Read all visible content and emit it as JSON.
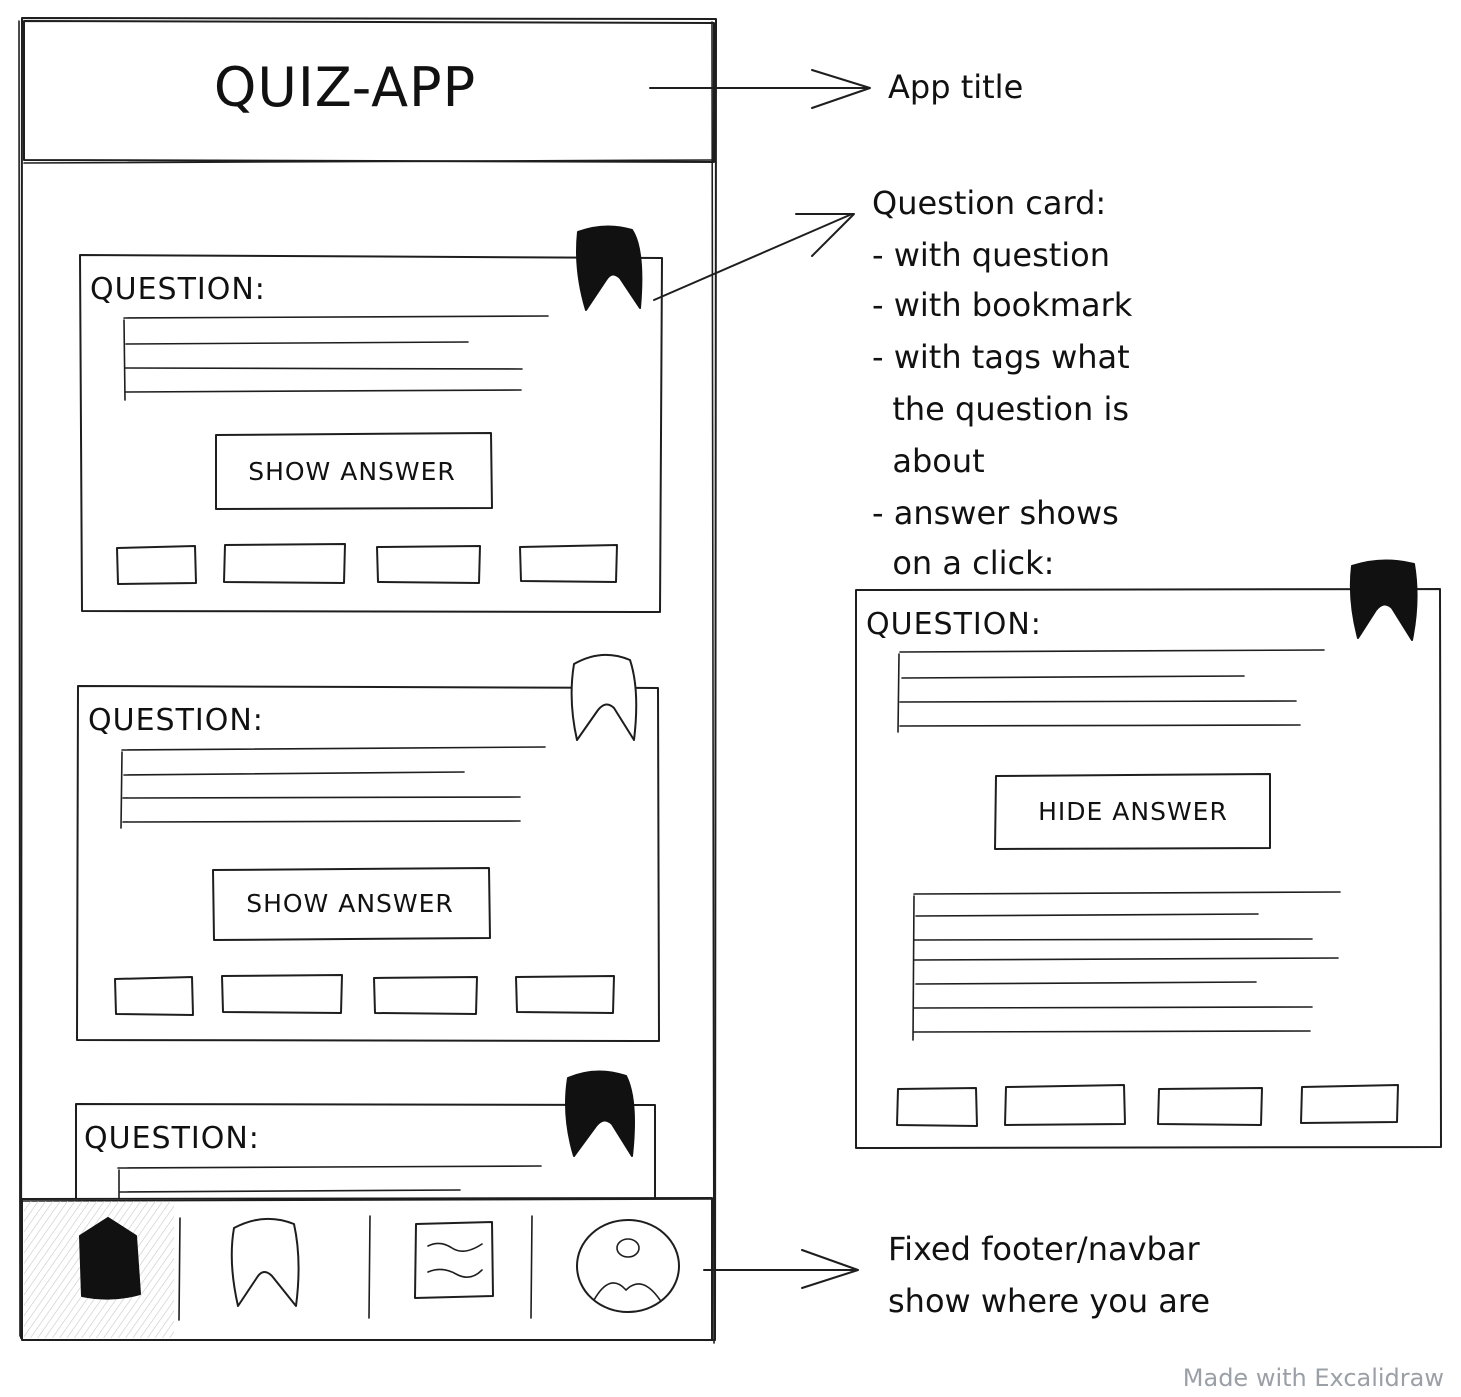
{
  "app": {
    "title": "QUIZ-APP"
  },
  "cards": [
    {
      "question_label": "QUESTION:",
      "button_label": "SHOW ANSWER",
      "bookmarked": true
    },
    {
      "question_label": "QUESTION:",
      "button_label": "SHOW ANSWER",
      "bookmarked": false
    },
    {
      "question_label": "QUESTION:",
      "bookmarked": true
    }
  ],
  "expanded_card": {
    "question_label": "QUESTION:",
    "button_label": "HIDE ANSWER",
    "bookmarked": true
  },
  "navbar": {
    "items": [
      {
        "icon": "home-icon",
        "active": true
      },
      {
        "icon": "bookmark-icon",
        "active": false
      },
      {
        "icon": "form-icon",
        "active": false
      },
      {
        "icon": "profile-icon",
        "active": false
      }
    ]
  },
  "annotations": {
    "app_title": "App title",
    "question_card": [
      "Question card:",
      "- with question",
      "- with bookmark",
      "- with tags what",
      "  the question is",
      "  about",
      "- answer shows",
      "  on a click:"
    ],
    "footer": [
      "Fixed footer/navbar",
      "show where you are"
    ]
  },
  "watermark": "Made with Excalidraw",
  "colors": {
    "ink": "#1e1e1e",
    "watermark": "#9aa0a6",
    "active_hatch": "#d9d9d9"
  }
}
